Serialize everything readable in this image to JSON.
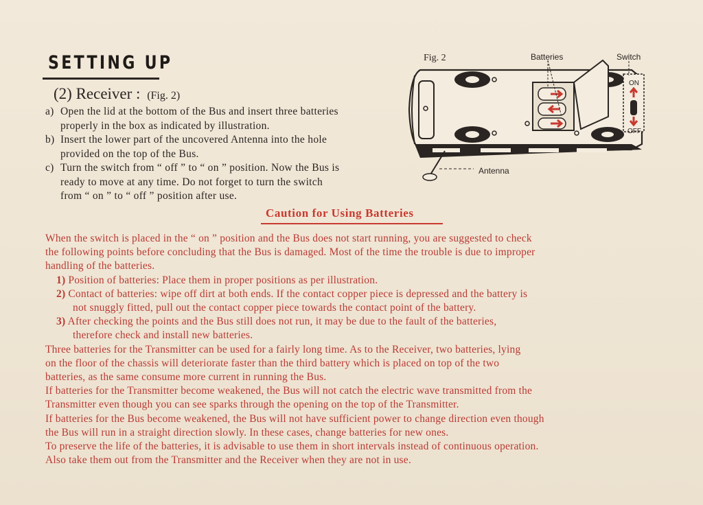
{
  "heading": "SETTING UP",
  "subhead": {
    "title": "(2)  Receiver :",
    "fig_ref": "(Fig. 2)"
  },
  "steps": [
    {
      "letter": "a)",
      "line1": "Open the lid at the bottom of the Bus and insert three batteries",
      "line2": "properly in the box as indicated by illustration."
    },
    {
      "letter": "b)",
      "line1": "Insert the lower part of the uncovered Antenna into the hole",
      "line2": "provided on the top of the Bus."
    },
    {
      "letter": "c)",
      "line1": "Turn the switch from “ off ” to “ on ” position. Now the Bus is",
      "line2": "ready to move at any time. Do not forget to turn the switch",
      "line3": "from “ on ” to “ off ” position after use."
    }
  ],
  "figure": {
    "fig_label": "Fig. 2",
    "batteries_label": "Batteries",
    "switch_label": "Switch",
    "on_label": "ON",
    "off_label": "OFF",
    "antenna_label": "Antenna"
  },
  "caution": {
    "title": "Caution  for  Using  Batteries",
    "intro_1": "When the switch is placed in the “ on ” position and the Bus does not start running, you are suggested to check",
    "intro_2": "the following points before concluding that the Bus is damaged. Most of the time the trouble is due to improper",
    "intro_3": "handling of the batteries.",
    "items": [
      {
        "num": "1)",
        "line1": "Position of batteries: Place them in proper positions as per illustration."
      },
      {
        "num": "2)",
        "line1": "Contact of batteries: wipe off dirt at both ends. If the contact copper piece is depressed and the battery is",
        "line2": "not snuggly fitted, pull out the contact copper piece towards the contact point of the battery."
      },
      {
        "num": "3)",
        "line1": "After checking the points and the Bus still does not run, it may be due to the fault of the batteries,",
        "line2": "therefore check and install new batteries."
      }
    ],
    "para1_1": "Three batteries for the Transmitter can be used for a fairly long time. As to the Receiver, two batteries, lying",
    "para1_2": "on the floor of the chassis will deteriorate faster than the third battery which is placed on top of the two",
    "para1_3": "batteries, as the same consume more current in running the Bus.",
    "para2_1": "If batteries for the Transmitter become weakened, the Bus will not catch the electric wave transmitted from the",
    "para2_2": "Transmitter even though you can see sparks through the opening on the top of the Transmitter.",
    "para3_1": "If batteries for the Bus become weakened, the Bus will not have sufficient power to change direction even though",
    "para3_2": "the Bus will run in a straight direction slowly. In these cases, change batteries for new ones.",
    "para4_1": "To preserve the life of the batteries, it is advisable to use them in short intervals instead of continuous operation.",
    "para4_2": "Also take them out from the Transmitter and the Receiver when they are not in use."
  },
  "colors": {
    "paper": "#efe6d6",
    "ink": "#2a2522",
    "red": "#c8392f"
  }
}
